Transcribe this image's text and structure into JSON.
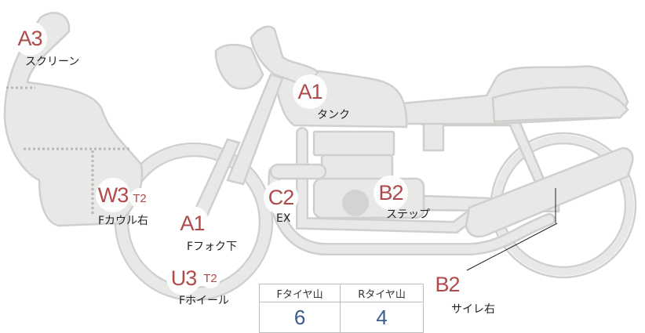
{
  "badges": [
    {
      "id": "screen",
      "code": "A3",
      "label": "スクリーン"
    },
    {
      "id": "tank",
      "code": "A1",
      "label": "タンク"
    },
    {
      "id": "fcowl",
      "code": "W3",
      "sub": "T2",
      "label": "Fカウル右"
    },
    {
      "id": "ffork",
      "code": "A1",
      "label": "Fフォク下"
    },
    {
      "id": "ex",
      "code": "C2",
      "label": "EX"
    },
    {
      "id": "step",
      "code": "B2",
      "label": "ステップ"
    },
    {
      "id": "fwheel",
      "code": "U3",
      "sub": "T2",
      "label": "Fホイール"
    },
    {
      "id": "muffler",
      "code": "B2",
      "label": "サイレ右"
    }
  ],
  "tread_table": {
    "headers": [
      "Fタイヤ山",
      "Rタイヤ山"
    ],
    "values": [
      "6",
      "4"
    ]
  }
}
